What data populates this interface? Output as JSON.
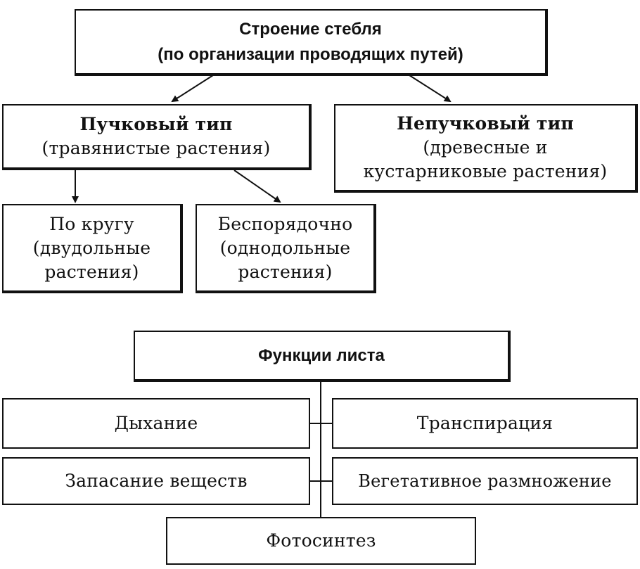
{
  "diagrams": [
    {
      "id": "stem-structure",
      "root": {
        "title": "Строение стебля",
        "subtitle": "(по организации проводящих путей)"
      },
      "children": [
        {
          "title": "Пучковый тип",
          "subtitle": "(травянистые растения)",
          "children": [
            {
              "lines": [
                "По кругу",
                "(двудольные",
                "растения)"
              ]
            },
            {
              "lines": [
                "Беспорядочно",
                "(однодольные",
                "растения)"
              ]
            }
          ]
        },
        {
          "title": "Непучковый тип",
          "subtitle_lines": [
            "(древесные и",
            "кустарниковые растения)"
          ]
        }
      ]
    },
    {
      "id": "leaf-functions",
      "root": {
        "title": "Функции листа"
      },
      "items": [
        "Дыхание",
        "Транспирация",
        "Запасание веществ",
        "Вегетативное размножение",
        "Фотосинтез"
      ]
    }
  ]
}
